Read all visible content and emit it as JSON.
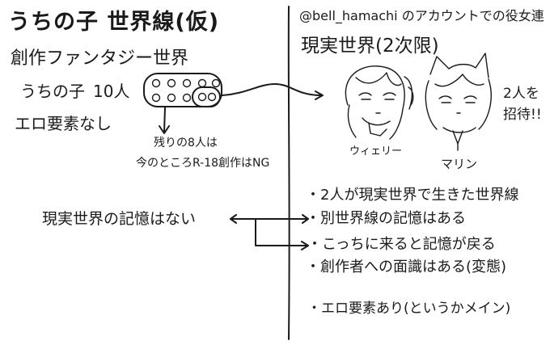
{
  "left": {
    "title": "うちの子 世界線(仮)",
    "line1": "創作ファンタジー世界",
    "line2_a": "うちの子",
    "line2_b": "10人",
    "line3": "エロ要素なし",
    "note1": "残りの8人は",
    "note2": "今のところR-18創作はNG",
    "memory": "現実世界の記憶はない"
  },
  "right": {
    "header": "@bell_hamachi のアカウントでの役女連",
    "title": "現実世界(2次限)",
    "char1": "ウィェリー",
    "char2": "マリン",
    "invite1": "2人を",
    "invite2": "招待!!",
    "bullets": [
      "・2人が現実世界で生きた世界線",
      "・別世界線の記憶はある",
      "・こっちに来ると記憶が戻る",
      "・創作者への面識はある(変態)",
      "・エロ要素あり(というかメイン)"
    ]
  }
}
